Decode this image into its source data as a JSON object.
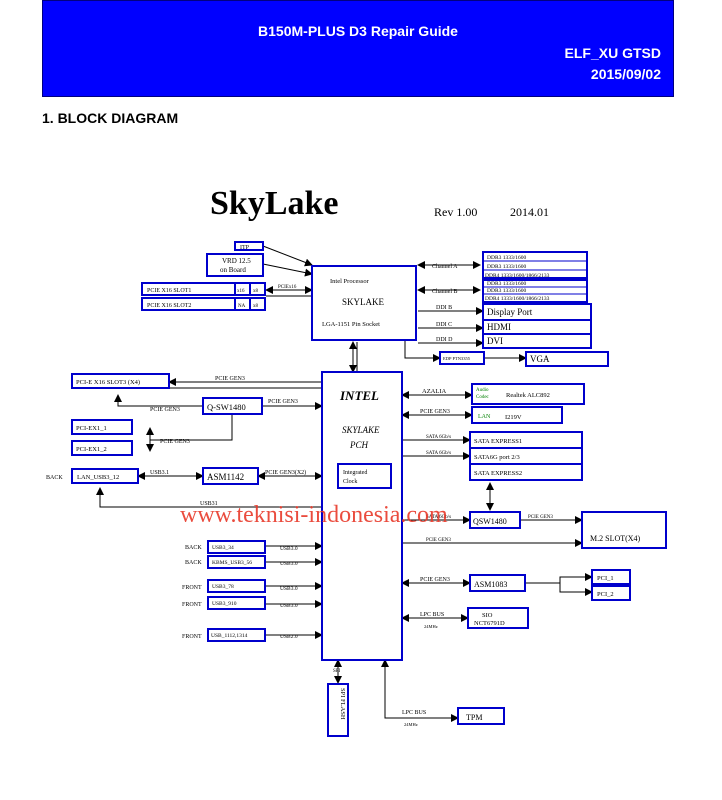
{
  "header": {
    "title": "B150M-PLUS D3 Repair Guide",
    "author": "ELF_XU GTSD",
    "date": "2015/09/02"
  },
  "section_title": "1.  BLOCK DIAGRAM",
  "diagram": {
    "cpu_family": "SkyLake",
    "rev": "Rev 1.00",
    "rev_date": "2014.01",
    "itp": "ITP",
    "vrd": [
      "VRD 12.5",
      "on Board"
    ],
    "pcie_slot1": "PCIE X16 SLOT1",
    "pcie_slot2": "PCIE X16 SLOT2",
    "x16": "x16",
    "x8": "x8",
    "na": "NA",
    "pcie_x16_label": "PCIEx16",
    "cpu": [
      "Intel Processor",
      "SKYLAKE",
      "LGA-1151 Pin Socket"
    ],
    "channel_a": "Channel A",
    "channel_b": "Channel B",
    "ddr_a": [
      "DDR3 1333/1600",
      "DDR3 1333/1600",
      "DDR4 1333/1600/1866/2133"
    ],
    "ddr_b": [
      "DDR3 1333/1600",
      "DDR3 1333/1600",
      "DDR4 1333/1600/1866/2133"
    ],
    "ddi_b": "DDI B",
    "ddi_c": "DDI C",
    "ddi_d": "DDI D",
    "display_port": "Display Port",
    "hdmi": "HDMI",
    "dvi": "DVI",
    "edp": "EDP PTN3355",
    "vga": "VGA",
    "pci_e_slot3": "PCI-E X16 SLOT3 (X4)",
    "pcie_gen3": "PCIE GEN3",
    "intel": "INTEL",
    "pch": [
      "SKYLAKE",
      "PCH"
    ],
    "integrated_clock": [
      "Integrated",
      "Clock"
    ],
    "qsw1": "Q-SW1480",
    "qsw2": "QSW1480",
    "pci_ex1_1": "PCI-EX1_1",
    "pci_ex1_2": "PCI-EX1_2",
    "back": "BACK",
    "front": "FRONT",
    "lan_usb3": "LAN_USB3_12",
    "usb31": "USB3.1",
    "asm1142": "ASM1142",
    "pcie_gen3_x2": "PCIE GEN3(X2)",
    "usb31b": "USB31",
    "azalia": "AZALIA",
    "audio_codec": [
      "Audio",
      "Codec"
    ],
    "realtek": "Realtek ALC892",
    "lan": "LAN",
    "i219v": "I219V",
    "sata_6gb": "SATA 6Gb/s",
    "sata_express1": "SATA EXPRESS1",
    "sata6g_port": "SATA6G port 2/3",
    "sata_express2": "SATA EXPRESS2",
    "m2_slot": "M.2 SLOT(X4)",
    "usb3_34": "USB3_34",
    "kbms_usb3_56": "KBMS_USB3_56",
    "usb3_78": "USB3_78",
    "usb3_910": "USB3_910",
    "usb30": "USB3.0",
    "usb_1112": "USB_1112,1314",
    "usb20": "USB2.0",
    "asm1083": "ASM1083",
    "pci_1": "PCI_1",
    "pci_2": "PCI_2",
    "lpc_bus": "LPC BUS",
    "mhz": "24MHz",
    "sio": [
      "SIO",
      "NCT6791D"
    ],
    "spi": "SPI",
    "spi_flash": "SPI FLASH",
    "tpm": "TPM",
    "watermark": "www.teknisi-indonesia.com"
  },
  "colors": {
    "header_bg": "#0000ff",
    "box_stroke": "#0000cc",
    "watermark": "#e8392a"
  }
}
